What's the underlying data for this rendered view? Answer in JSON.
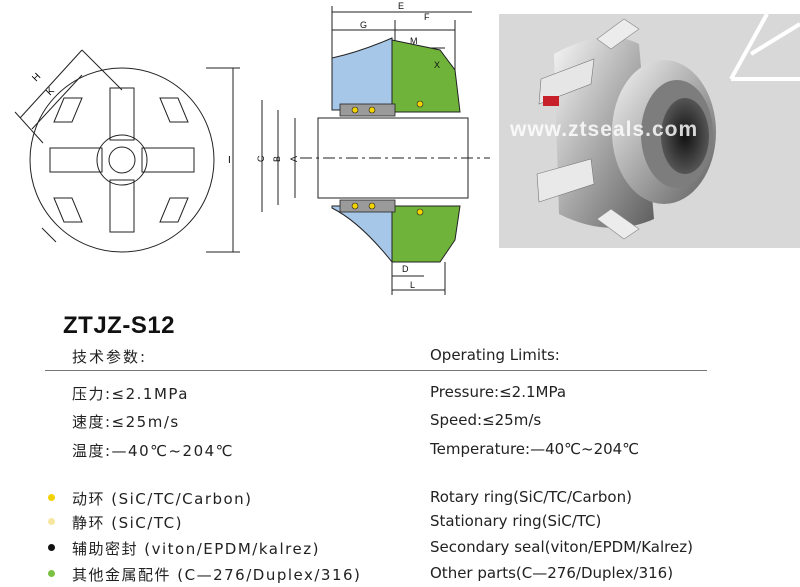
{
  "title": "ZTJZ-S12",
  "drawing_labels": {
    "E": "E",
    "G": "G",
    "F": "F",
    "M": "M",
    "X": "X",
    "C": "C",
    "B": "B",
    "A": "A",
    "D": "D",
    "L": "L",
    "H": "H",
    "K": "K",
    "I": "I"
  },
  "photo_watermark": "www.ztseals.com",
  "specs": {
    "cn_heading": "技术参数:",
    "en_heading": "Operating Limits:",
    "rows": [
      {
        "cn": "压力:≤2.1MPa",
        "en": "Pressure:≤2.1MPa"
      },
      {
        "cn": "速度:≤25m/s",
        "en": "Speed:≤25m/s"
      },
      {
        "cn": "温度:—40℃~204℃",
        "en": "Temperature:—40℃~204℃"
      }
    ]
  },
  "materials": [
    {
      "cn": "动环 (SiC/TC/Carbon)",
      "en": "Rotary ring(SiC/TC/Carbon)",
      "bullet_color": "#f2d200"
    },
    {
      "cn": "静环 (SiC/TC)",
      "en": "Stationary ring(SiC/TC)",
      "bullet_color": "#f7e6a0"
    },
    {
      "cn": "辅助密封 (viton/EPDM/kalrez)",
      "en": "Secondary seal(viton/EPDM/Kalrez)",
      "bullet_color": "#111111"
    },
    {
      "cn": "其他金属配件 (C—276/Duplex/316)",
      "en": "Other parts(C—276/Duplex/316)",
      "bullet_color": "#7ac143"
    }
  ]
}
